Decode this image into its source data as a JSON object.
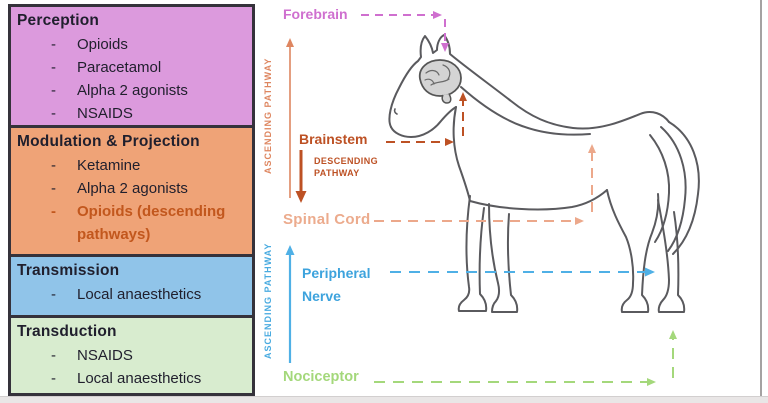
{
  "sidebar": {
    "bullet": "-",
    "boxes": [
      {
        "title": "Perception",
        "items": [
          "Opioids",
          "Paracetamol",
          "Alpha 2 agonists",
          "NSAIDS"
        ]
      },
      {
        "title": "Modulation & Projection",
        "items": [
          "Ketamine",
          "Alpha 2 agonists",
          "Opioids (descending pathways)"
        ],
        "highlighted_item": "Opioids (descending pathways)"
      },
      {
        "title": "Transmission",
        "items": [
          "Local anaesthetics"
        ]
      },
      {
        "title": "Transduction",
        "items": [
          "NSAIDS",
          "Local anaesthetics"
        ]
      }
    ]
  },
  "diagram": {
    "forebrain": "Forebrain",
    "ascending_pathway": "ASCENDING PATHWAY",
    "brainstem": "Brainstem",
    "descending_line1": "DESCENDING",
    "descending_line2": "PATHWAY",
    "spinal_cord": "Spinal Cord",
    "peripheral_line1": "Peripheral",
    "peripheral_line2": "Nerve",
    "nociceptor": "Nociceptor",
    "illustration": "horse-outline-with-brain"
  },
  "palette": {
    "perception_bg": "#dc9add",
    "modulation_bg": "#efa377",
    "transmission_bg": "#90c4e9",
    "transduction_bg": "#d8eccf",
    "highlight_text": "#c2571d",
    "forebrain": "#cf6fcf",
    "ascending_upper": "#de8660",
    "brainstem": "#bd5124",
    "spinal_cord": "#ecab8d",
    "peripheral_nerve": "#3da3dd",
    "ascending_lower": "#49abe0",
    "nociceptor": "#a4d87b",
    "horse_outline": "#5a5a5e",
    "box_border": "#35323b"
  }
}
